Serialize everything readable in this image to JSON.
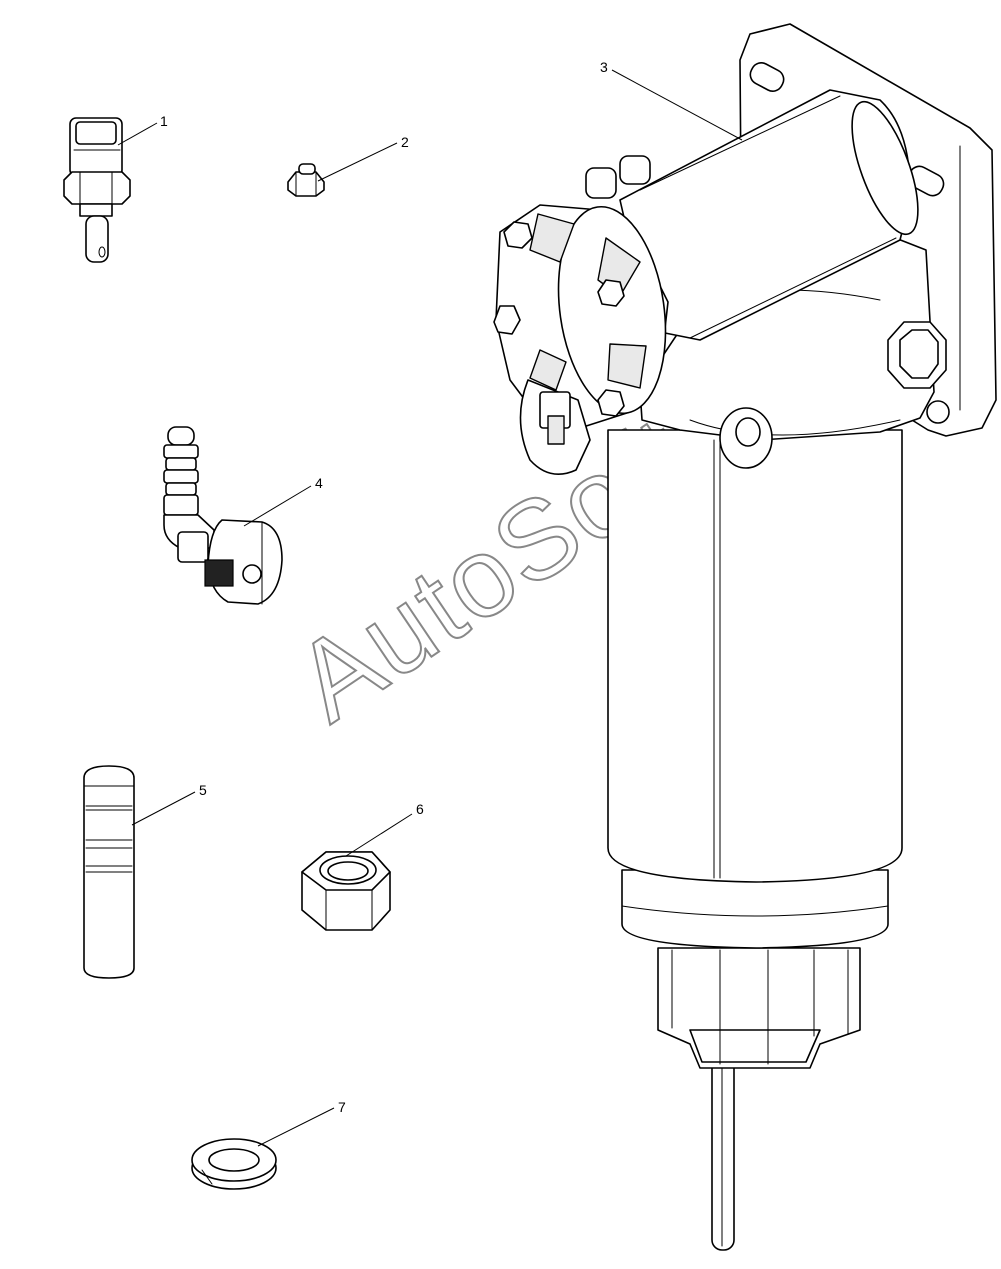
{
  "callouts": [
    {
      "id": "1",
      "label": "1"
    },
    {
      "id": "2",
      "label": "2"
    },
    {
      "id": "3",
      "label": "3"
    },
    {
      "id": "4",
      "label": "4"
    },
    {
      "id": "5",
      "label": "5"
    },
    {
      "id": "6",
      "label": "6"
    },
    {
      "id": "7",
      "label": "7"
    }
  ],
  "watermark": "AutoSoft",
  "colors": {
    "line": "#000000",
    "background": "#ffffff",
    "watermark_outline": "#888888"
  }
}
